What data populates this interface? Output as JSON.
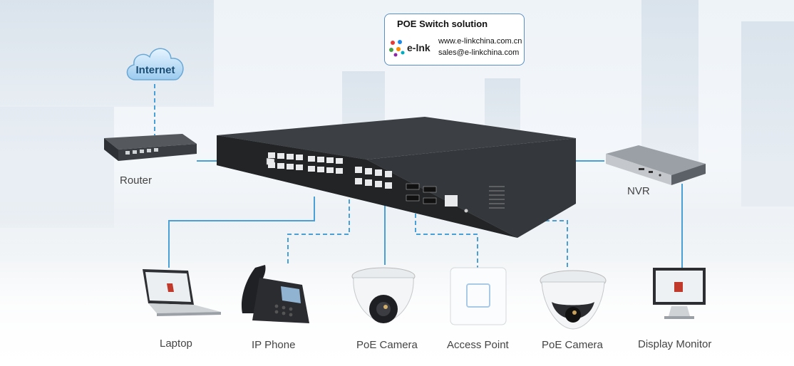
{
  "header": {
    "title": "POE Switch solution",
    "brand": "e-lnk",
    "website": "www.e-linkchina.com.cn",
    "email": "sales@e-linkchina.com"
  },
  "nodes": {
    "internet": "Internet",
    "router": "Router",
    "nvr": "NVR",
    "laptop": "Laptop",
    "ip_phone": "IP Phone",
    "poe_camera_1": "PoE Camera",
    "access_point": "Access Point",
    "poe_camera_2": "PoE Camera",
    "display_monitor": "Display Monitor"
  },
  "colors": {
    "line": "#4a9fd6",
    "accent": "#5a8fc5",
    "switch": "#2b2d30"
  },
  "icons": [
    "cloud-icon",
    "router-icon",
    "poe-switch-icon",
    "nvr-icon",
    "laptop-icon",
    "ip-phone-icon",
    "dome-camera-icon",
    "access-point-icon",
    "monitor-icon"
  ]
}
